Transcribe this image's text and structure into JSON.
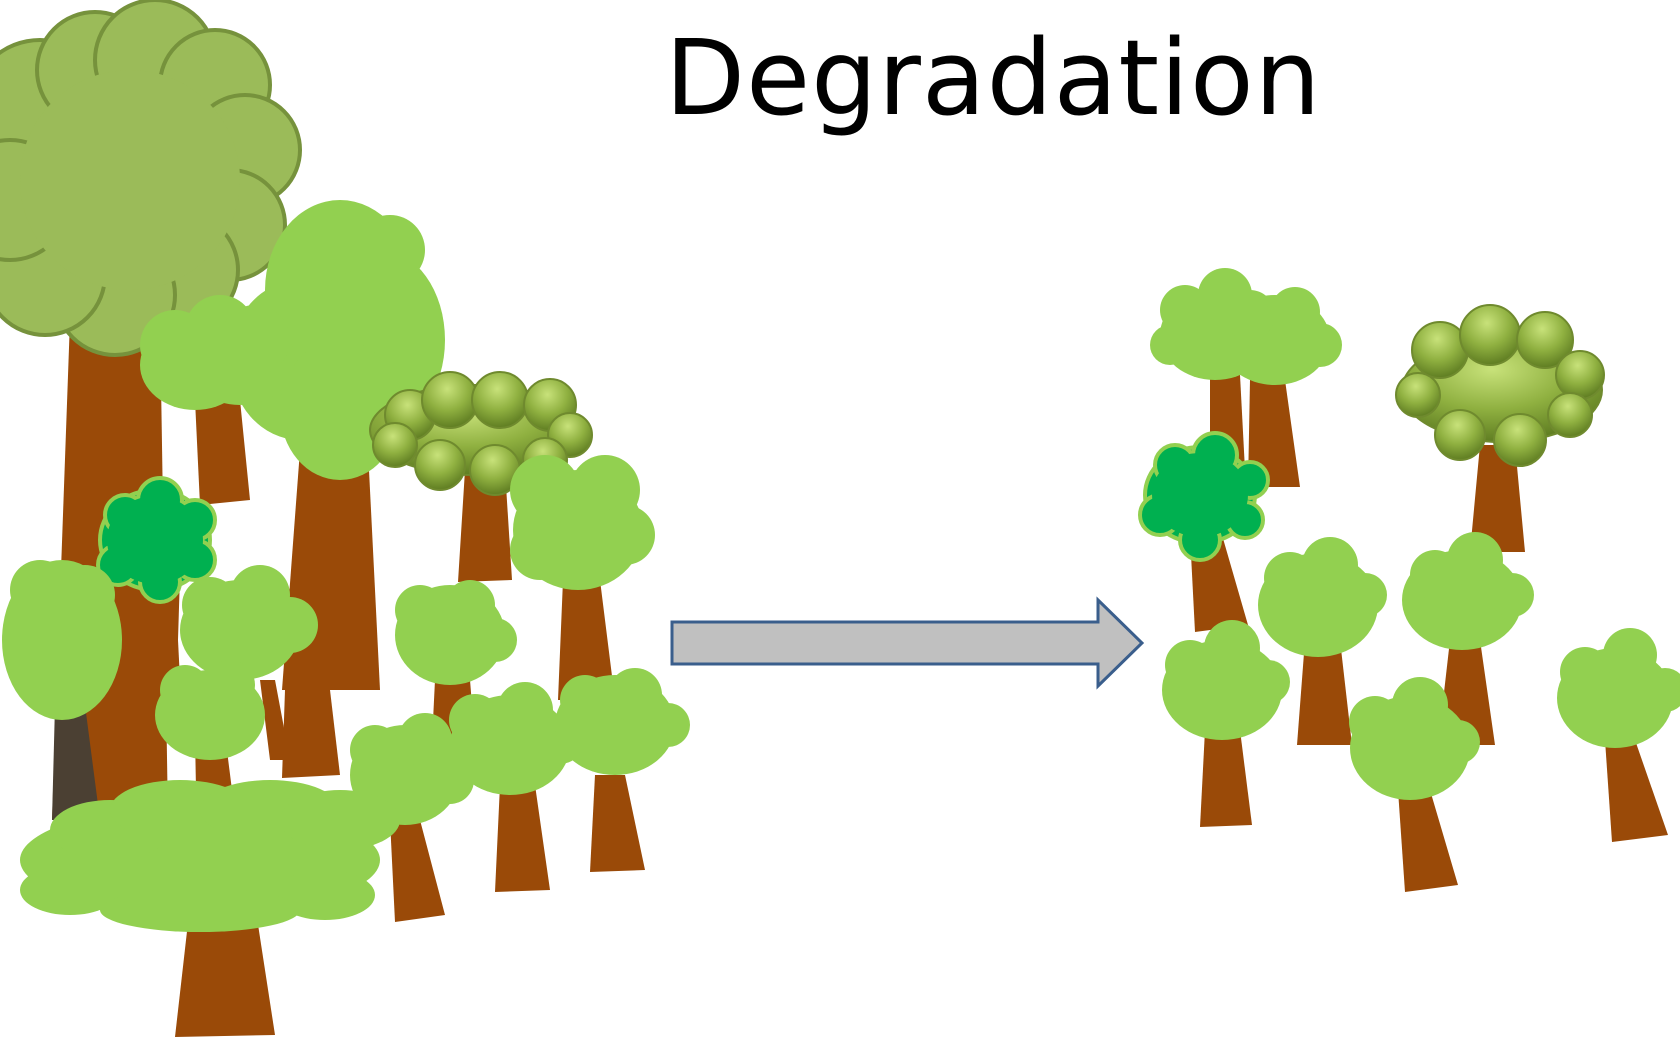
{
  "title": "Degradation",
  "colors": {
    "trunk": "#9a4a08",
    "trunk_dark": "#4b4033",
    "crown_light": "#92d050",
    "crown_olive": "#9bbb59",
    "crown_olive_outline": "#76923c",
    "crown_glossy": "#8fb040",
    "crown_dark_green": "#00b050",
    "arrow_fill": "#c0c0c0",
    "arrow_outline": "#3a5e8c"
  },
  "icons": {
    "process_arrow": "right-arrow-icon",
    "tree": "tree-icon"
  },
  "panels": {
    "before": {
      "tree_count": 18,
      "description_icon": "dense-forest"
    },
    "after": {
      "tree_count": 10,
      "description_icon": "sparse-forest"
    }
  }
}
